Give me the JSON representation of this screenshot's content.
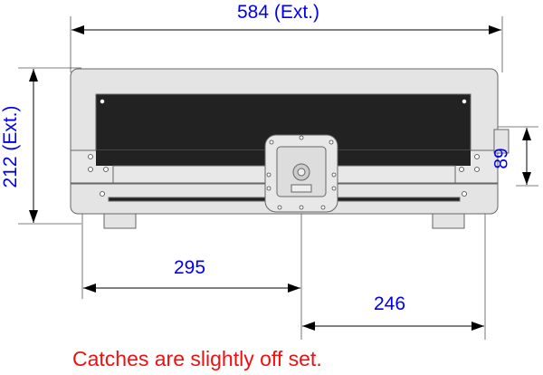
{
  "dimensions": {
    "width_ext": "584 (Ext.)",
    "height_ext": "212 (Ext.)",
    "latch_to_left": "295",
    "latch_to_right": "246",
    "catch_height": "89"
  },
  "note": "Catches are slightly off set.",
  "colors": {
    "dimension_text": "#0000ee",
    "note_text": "#ee1111",
    "panel": "#222222",
    "frame": "#e4e4e4"
  }
}
